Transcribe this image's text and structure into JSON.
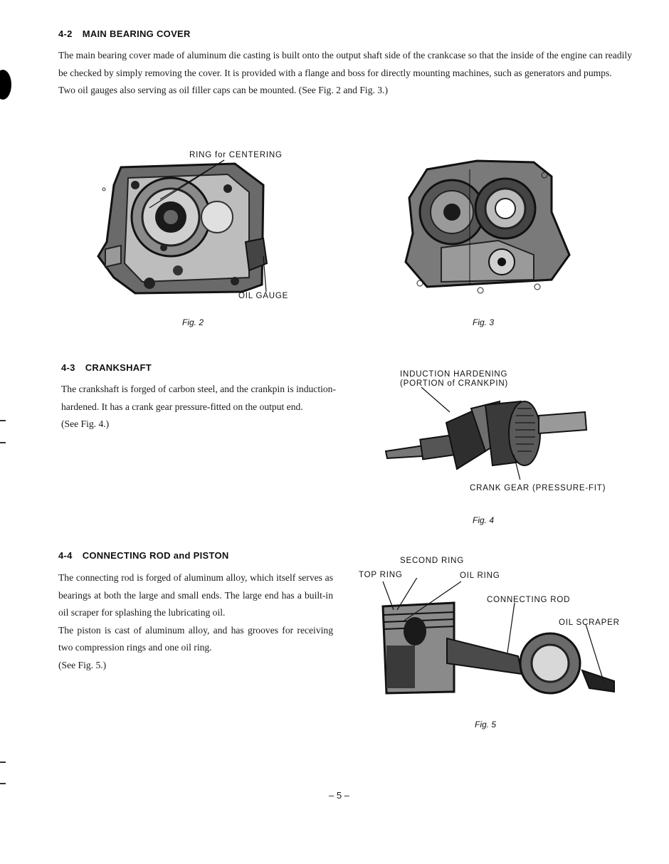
{
  "sections": [
    {
      "number": "4-2",
      "title": "MAIN BEARING COVER",
      "paragraphs": [
        "The main bearing cover made of aluminum die casting is built onto the output shaft side of the crankcase so that the inside of the engine can readily be checked by simply removing the cover. It is provided with a flange and boss for directly mounting machines, such as generators and pumps.",
        "Two oil gauges also serving as oil filler caps can be mounted. (See Fig. 2 and Fig. 3.)"
      ]
    },
    {
      "number": "4-3",
      "title": "CRANKSHAFT",
      "paragraphs": [
        "The crankshaft is forged of carbon steel, and the crankpin is induction-hardened. It has a crank gear pressure-fitted on the output end.",
        "(See Fig. 4.)"
      ]
    },
    {
      "number": "4-4",
      "title": "CONNECTING ROD and PISTON",
      "paragraphs": [
        "The connecting rod is forged of aluminum alloy, which itself serves as bearings at both the large and small ends. The large end has a built-in oil scraper for splashing the lubricating oil.",
        "The piston is cast of aluminum alloy, and has grooves for receiving two compression rings and one oil ring.",
        "(See Fig. 5.)"
      ]
    }
  ],
  "figures": {
    "fig2": {
      "caption": "Fig. 2",
      "labels": {
        "ring": "RING for CENTERING",
        "gauge": "OIL GAUGE"
      }
    },
    "fig3": {
      "caption": "Fig. 3"
    },
    "fig4": {
      "caption": "Fig. 4",
      "labels": {
        "hardening_1": "INDUCTION HARDENING",
        "hardening_2": "(PORTION of CRANKPIN)",
        "gear": "CRANK GEAR (PRESSURE-FIT)"
      }
    },
    "fig5": {
      "caption": "Fig. 5",
      "labels": {
        "second_ring": "SECOND RING",
        "top_ring": "TOP RING",
        "oil_ring": "OIL RING",
        "rod": "CONNECTING ROD",
        "scraper": "OIL SCRAPER"
      }
    }
  },
  "page_number": "– 5 –"
}
